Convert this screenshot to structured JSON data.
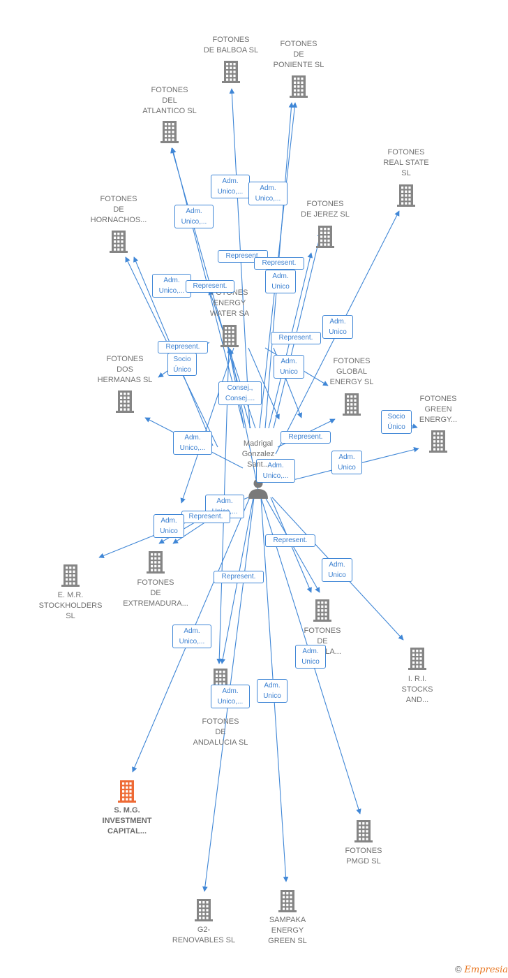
{
  "colors": {
    "edge": "#3f86d6",
    "company": "#858585",
    "highlight": "#ee6a35",
    "person": "#7a7a7a"
  },
  "person": {
    "label": "Madrigal\nGonzalez\nSant...",
    "icon": "person-icon"
  },
  "nodes": [
    {
      "id": "balboa",
      "label": "FOTONES\nDE BALBOA  SL"
    },
    {
      "id": "poniente",
      "label": "FOTONES\nDE\nPONIENTE  SL"
    },
    {
      "id": "atlantico",
      "label": "FOTONES\nDEL\nATLANTICO  SL"
    },
    {
      "id": "realstate",
      "label": "FOTONES\nREAL STATE\nSL"
    },
    {
      "id": "hornachos",
      "label": "FOTONES\nDE\nHORNACHOS..."
    },
    {
      "id": "jerez",
      "label": "FOTONES\nDE JEREZ  SL"
    },
    {
      "id": "energywater",
      "label": "FOTONES\nENERGY\nWATER SA"
    },
    {
      "id": "dos",
      "label": "FOTONES\nDOS\nHERMANAS  SL"
    },
    {
      "id": "global",
      "label": "FOTONES\nGLOBAL\nENERGY  SL"
    },
    {
      "id": "green",
      "label": "FOTONES\nGREEN\nENERGY..."
    },
    {
      "id": "emr",
      "label": "E. M.R.\nSTOCKHOLDERS\nSL"
    },
    {
      "id": "extremadura",
      "label": "FOTONES\nDE\nEXTREMADURA..."
    },
    {
      "id": "sevilla",
      "label": "FOTONES\nDE\nSEVILLA..."
    },
    {
      "id": "iri",
      "label": "I. R.I.\nSTOCKS\nAND..."
    },
    {
      "id": "andalucia",
      "label": "FOTONES\nDE\nANDALUCIA  SL"
    },
    {
      "id": "smg",
      "label": "S. M.G.\nINVESTMENT\nCAPITAL...",
      "highlight": true
    },
    {
      "id": "pmgd",
      "label": "FOTONES\nPMGD  SL"
    },
    {
      "id": "g2",
      "label": "G2-\nRENOVABLES SL"
    },
    {
      "id": "sampaka",
      "label": "SAMPAKA\nENERGY\nGREEN  SL"
    }
  ],
  "edge_labels": [
    "Adm.\nUnico,...",
    "Adm.\nUnico,...",
    "Adm.\nUnico,...",
    "Represent.",
    "Represent.",
    "Adm.\nUnico,...",
    "Represent.",
    "Adm.\nUnico",
    "Represent.",
    "Adm.\nUnico",
    "Represent.",
    "Socio\nÚnico",
    "Adm.\nUnico",
    "Consej.,\nConsej....",
    "Socio\nÚnico",
    "Adm.\nUnico,...",
    "Represent.",
    "Adm.\nUnico,...",
    "Adm.\nUnico",
    "Adm.\nUnico,...",
    "Represent.",
    "Adm.\nUnico",
    "Represent.",
    "Adm.\nUnico",
    "Represent.",
    "Adm.\nUnico,...",
    "Adm.\nUnico",
    "Adm.\nUnico,...",
    "Adm.\nUnico"
  ],
  "footer": {
    "copyright": "©",
    "brand": "Empresia"
  }
}
